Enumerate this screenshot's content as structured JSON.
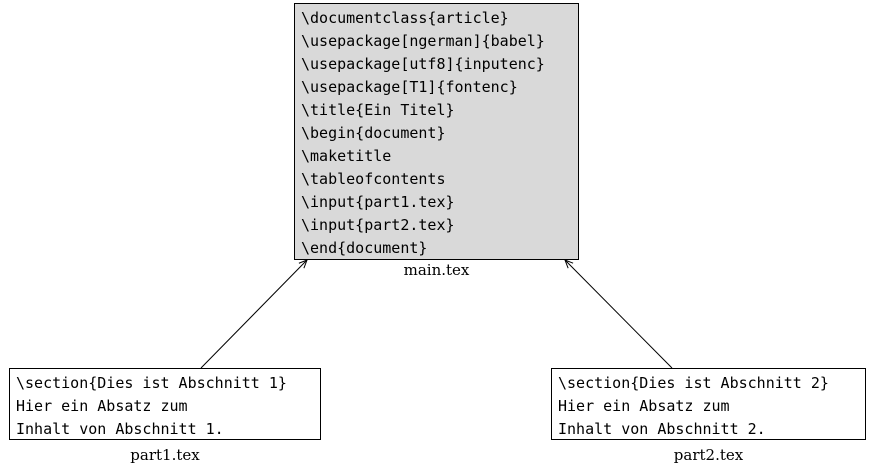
{
  "main_file": {
    "caption": "main.tex",
    "lines": [
      "\\documentclass{article}",
      "\\usepackage[ngerman]{babel}",
      "\\usepackage[utf8]{inputenc}",
      "\\usepackage[T1]{fontenc}",
      "\\title{Ein Titel}",
      "\\begin{document}",
      "\\maketitle",
      "\\tableofcontents",
      "\\input{part1.tex}",
      "\\input{part2.tex}",
      "\\end{document}"
    ]
  },
  "part1_file": {
    "caption": "part1.tex",
    "lines": [
      "\\section{Dies ist Abschnitt 1}",
      "Hier ein Absatz zum",
      "Inhalt von Abschnitt 1."
    ]
  },
  "part2_file": {
    "caption": "part2.tex",
    "lines": [
      "\\section{Dies ist Abschnitt 2}",
      "Hier ein Absatz zum",
      "Inhalt von Abschnitt 2."
    ]
  },
  "colors": {
    "main_box_fill": "#d9d9d9",
    "part_box_fill": "#ffffff",
    "stroke": "#000000"
  }
}
